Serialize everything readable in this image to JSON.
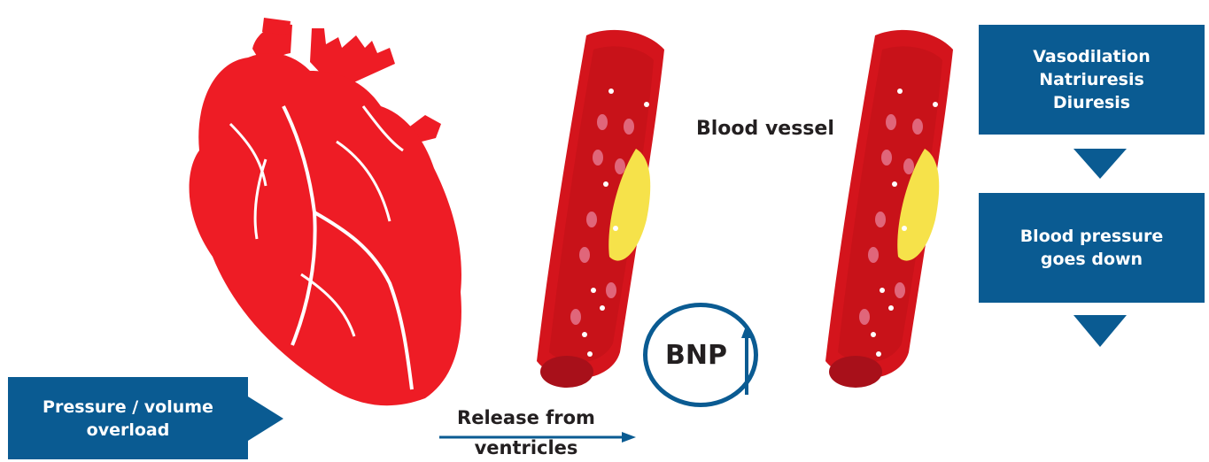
{
  "colors": {
    "box_blue": "#0a5b92",
    "heart_red": "#ee1c25",
    "vessel_red": "#d4141c",
    "plaque_yellow": "#f6e24a",
    "text_dark": "#231f20",
    "white": "#ffffff"
  },
  "input": {
    "line1": "Pressure / volume",
    "line2": "overload"
  },
  "release": {
    "line1": "Release from",
    "line2": "ventricles"
  },
  "vessel_label": "Blood vessel",
  "bnp": {
    "label": "BNP",
    "indicator": "up-arrow-icon"
  },
  "effects": {
    "line1": "Vasodilation",
    "line2": "Natriuresis",
    "line3": "Diuresis"
  },
  "outcome": {
    "line1": "Blood pressure",
    "line2": "goes down"
  },
  "icons": [
    "heart-illustration",
    "blood-vessel-illustration",
    "down-arrow-icon",
    "right-arrow-icon"
  ]
}
